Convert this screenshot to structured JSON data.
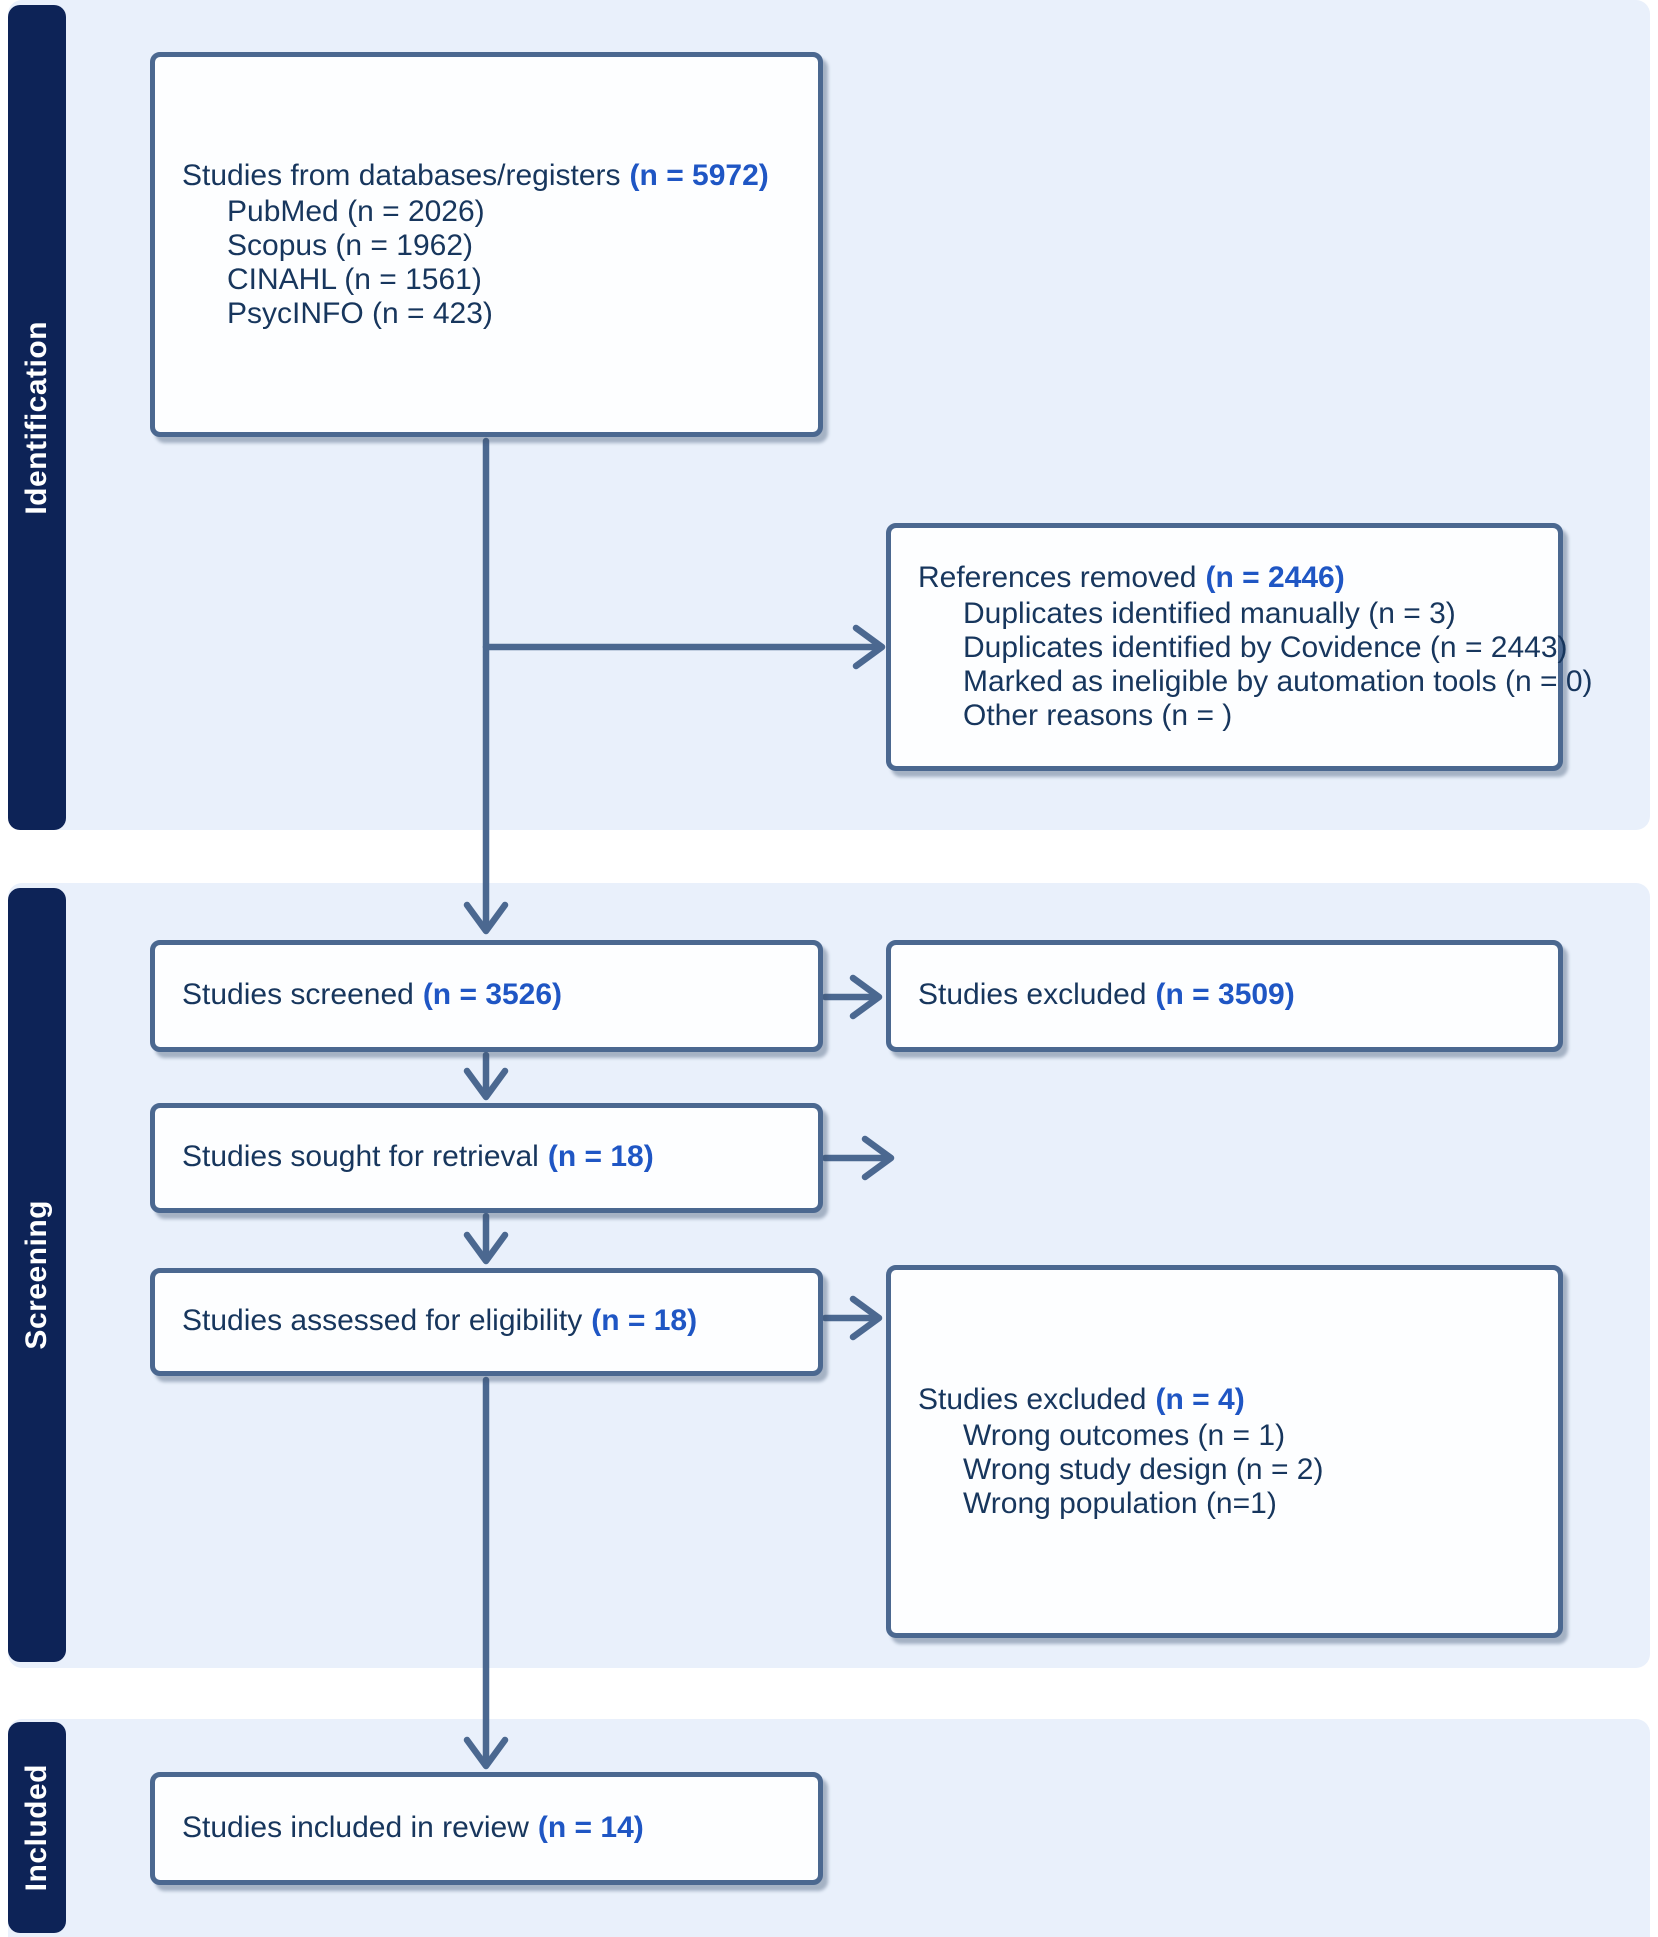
{
  "colors": {
    "sidebar_navy": "#0d2357",
    "band_blue": "#e9f0fb",
    "box_border_slate": "#4b6890",
    "text_navy": "#17365d",
    "count_blue": "#1f56c4"
  },
  "sidebar": {
    "sections": [
      {
        "label": "Identification"
      },
      {
        "label": "Screening"
      },
      {
        "label": "Included"
      }
    ]
  },
  "boxes": {
    "databases": {
      "title": "Studies from databases/registers",
      "count": "(n = 5972)",
      "items": [
        "PubMed (n = 2026)",
        "Scopus (n = 1962)",
        "CINAHL (n = 1561)",
        "PsycINFO (n = 423)"
      ]
    },
    "references_removed": {
      "title": "References removed",
      "count": "(n = 2446)",
      "items": [
        "Duplicates identified manually (n = 3)",
        "Duplicates identified by Covidence (n = 2443)",
        "Marked as ineligible by automation tools (n = 0)",
        "Other reasons (n = )"
      ]
    },
    "screened": {
      "title": "Studies screened",
      "count": "(n = 3526)"
    },
    "excluded_screening": {
      "title": "Studies excluded",
      "count": "(n = 3509)"
    },
    "sought": {
      "title": "Studies sought for retrieval",
      "count": "(n = 18)"
    },
    "assessed": {
      "title": "Studies assessed for eligibility",
      "count": "(n = 18)"
    },
    "excluded_eligibility": {
      "title": "Studies excluded",
      "count": "(n = 4)",
      "items": [
        "Wrong outcomes (n = 1)",
        "Wrong study design (n = 2)",
        "Wrong population (n=1)"
      ]
    },
    "included": {
      "title": "Studies included in review",
      "count": "(n = 14)"
    }
  }
}
